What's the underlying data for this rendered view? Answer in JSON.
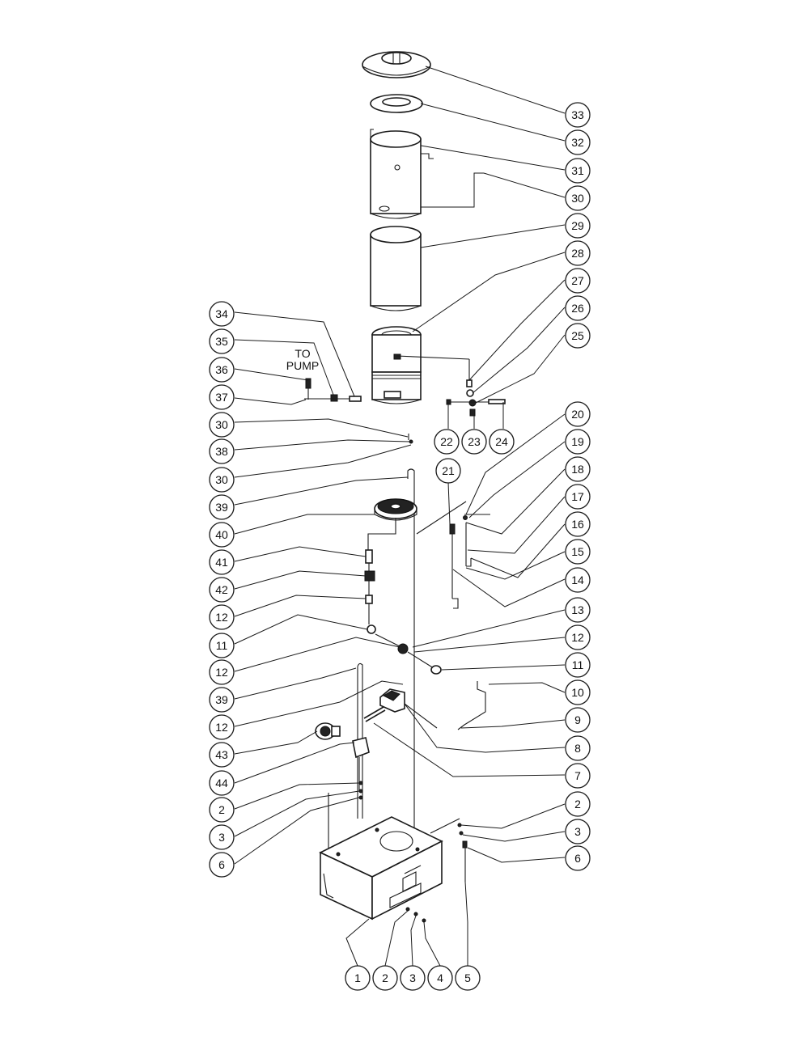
{
  "note": {
    "line1": "TO",
    "line2": "PUMP"
  },
  "callouts": {
    "c33": "33",
    "c32": "32",
    "c31": "31",
    "c30a": "30",
    "c29": "29",
    "c28": "28",
    "c27": "27",
    "c26": "26",
    "c25": "25",
    "c24": "24",
    "c23": "23",
    "c22": "22",
    "c34": "34",
    "c35": "35",
    "c36": "36",
    "c37": "37",
    "c30b": "30",
    "c38": "38",
    "c30c": "30",
    "c39a": "39",
    "c40": "40",
    "c41": "41",
    "c42": "42",
    "c12a": "12",
    "c11a": "11",
    "c12b": "12",
    "c39b": "39",
    "c12c": "12",
    "c43": "43",
    "c44": "44",
    "c2a": "2",
    "c3a": "3",
    "c6a": "6",
    "c20": "20",
    "c19": "19",
    "c18": "18",
    "c17": "17",
    "c16": "16",
    "c15": "15",
    "c14": "14",
    "c21": "21",
    "c13": "13",
    "c12d": "12",
    "c11b": "11",
    "c10": "10",
    "c9": "9",
    "c8": "8",
    "c7": "7",
    "c2b": "2",
    "c3b": "3",
    "c6b": "6",
    "c1": "1",
    "c2c": "2",
    "c3c": "3",
    "c4": "4",
    "c5": "5"
  }
}
